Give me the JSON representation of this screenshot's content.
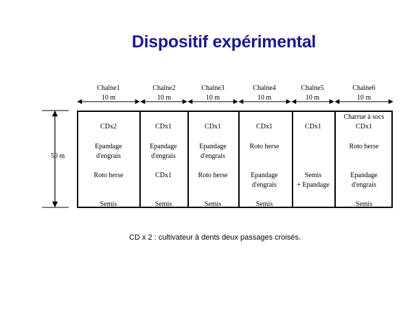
{
  "title": "Dispositif expérimental",
  "title_color": "#1a1a8c",
  "height_label": "50 m",
  "chains": [
    {
      "name": "Chaîne1",
      "width": "10 m"
    },
    {
      "name": "Chaîne2",
      "width": "10 m"
    },
    {
      "name": "Chaîne3",
      "width": "10 m"
    },
    {
      "name": "Chaîne4",
      "width": "10 m"
    },
    {
      "name": "Chaîne5",
      "width": "10 m"
    },
    {
      "name": "Chaîne6",
      "width": "10 m"
    }
  ],
  "steps": [
    [
      "CDx2",
      "CDx1",
      "CDx1",
      "CDx1",
      "CDx1",
      "Charrue à socs\nCDx1"
    ],
    [
      "Epandage\nd'engrais",
      "Epandage\nd'engrais",
      "Epandage\nd'engrais",
      "Roto herse",
      "",
      "Roto herse"
    ],
    [
      "Roto herse",
      "CDx1",
      "Roto herse",
      "Epandage\nd'engrais",
      "Semis\n+ Epandage",
      "Epandage\nd'engrais"
    ],
    [
      "Semis",
      "Semis",
      "Semis",
      "Semis",
      "",
      "Semis"
    ]
  ],
  "footnote": "CD x 2 :  cultivateur à dents deux passages croisés."
}
